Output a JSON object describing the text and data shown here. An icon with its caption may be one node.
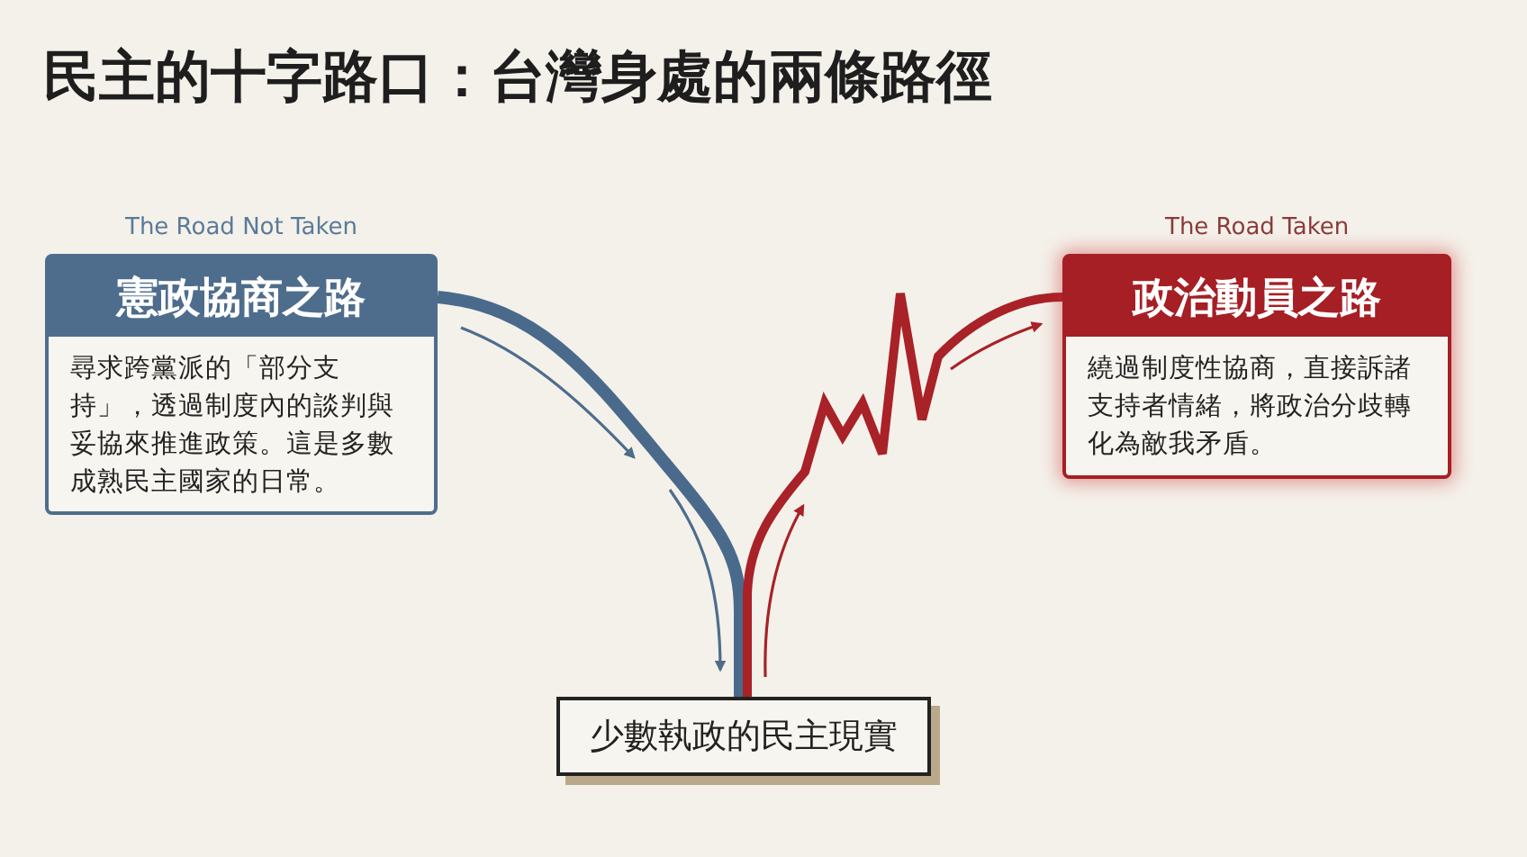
{
  "diagram": {
    "title": "民主的十字路口：台灣身處的兩條路徑",
    "nodes": [
      {
        "text": [
          "憲政協商之路",
          "尋求跨黨派的「部分支持」，透過制度內的談判與妥協來推進政策。這是多數成熟民主國家的日常。"
        ],
        "beside": [
          "The Road Not Taken"
        ]
      },
      {
        "text": [
          "政治動員之路",
          "繞過制度性協商，直接訴諸支持者情緒，將政治分歧轉化為敵我矛盾。"
        ],
        "beside": [
          "The Road Taken"
        ]
      },
      {
        "text": [
          "少數執政的民主現實"
        ]
      }
    ],
    "edges": [
      {
        "from": 0,
        "to": 2,
        "arrow": "none",
        "color": "#4a6a8c"
      },
      {
        "from": 2,
        "to": 1,
        "arrow": "none",
        "color": "#a82228"
      }
    ]
  }
}
